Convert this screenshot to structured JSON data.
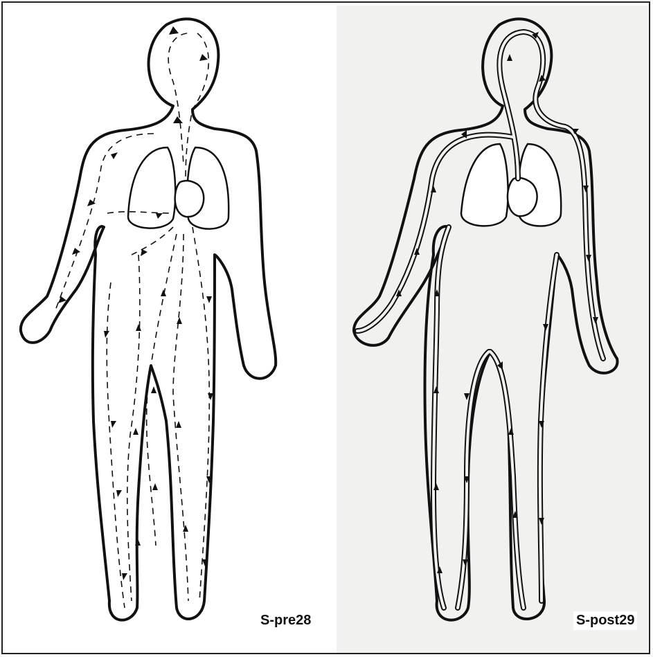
{
  "figures": [
    {
      "id": "pre",
      "label": "S-pre28"
    },
    {
      "id": "post",
      "label": "S-post29"
    }
  ]
}
